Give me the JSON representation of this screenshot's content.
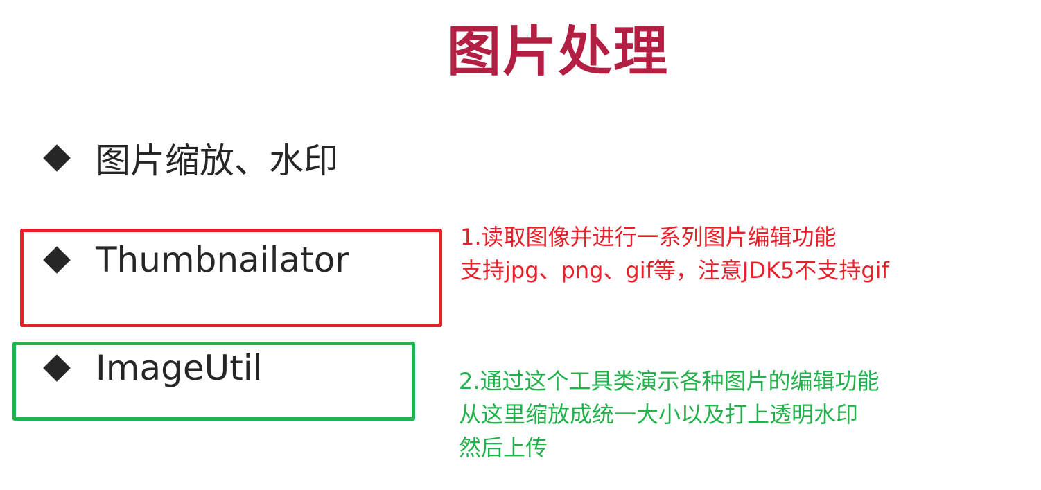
{
  "title": "图片处理",
  "bullets": [
    "图片缩放、水印",
    "Thumbnailator",
    "ImageUtil"
  ],
  "notes": {
    "red": [
      "1.读取图像并进行一系列图片编辑功能",
      "支持jpg、png、gif等，注意JDK5不支持gif"
    ],
    "green": [
      "2.通过这个工具类演示各种图片的编辑功能",
      "从这里缩放成统一大小以及打上透明水印",
      "然后上传"
    ]
  },
  "colors": {
    "title": "#b31f42",
    "red": "#e8202a",
    "green": "#22b14c",
    "text": "#262626"
  }
}
